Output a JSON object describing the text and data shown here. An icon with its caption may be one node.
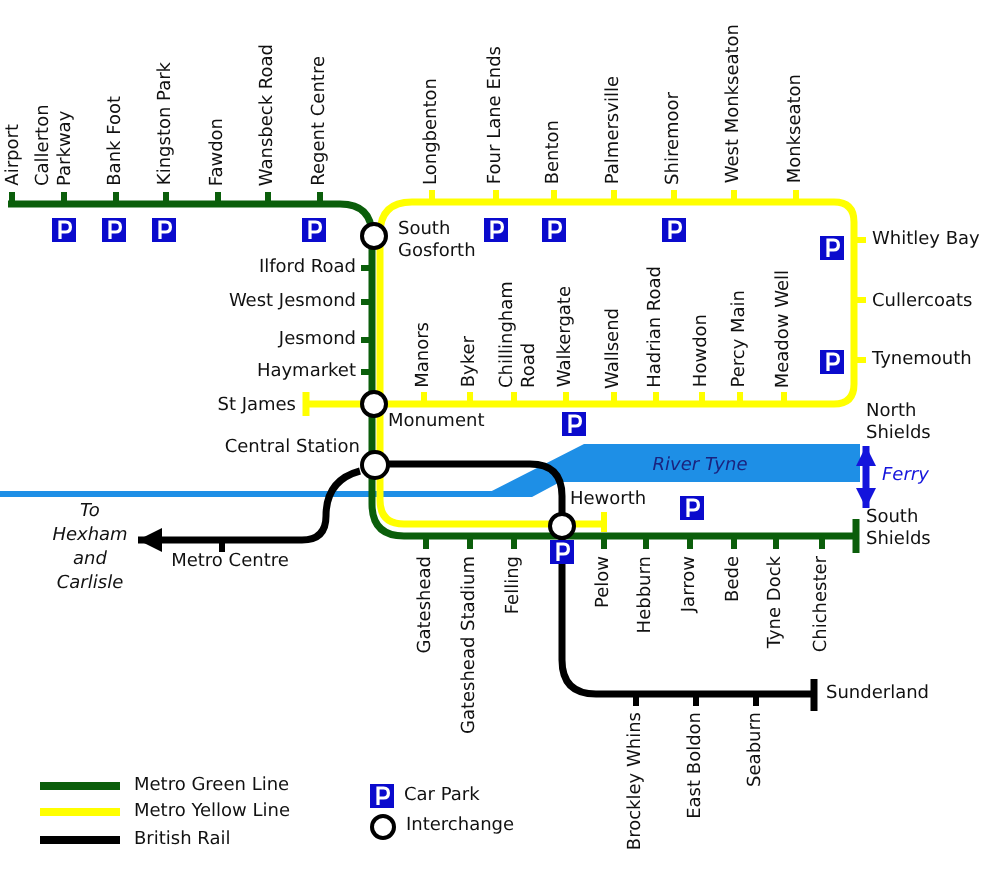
{
  "diagram": {
    "nodes": [
      {
        "text": [
          "North Shields"
        ]
      },
      {
        "text": [
          "Central Station"
        ]
      },
      {
        "text": [
          "To Hexham and Carlisle"
        ]
      },
      {
        "text": [
          "South Shields"
        ]
      }
    ],
    "edges": [
      {
        "from": 0,
        "to": 3,
        "arrow": "both",
        "label": "Ferry",
        "color": "#1414dc"
      },
      {
        "from": 1,
        "to": 2,
        "arrow": "to",
        "color": "#000000"
      }
    ],
    "labels": [
      "Airport",
      "Callerton Parkway",
      "Bank Foot",
      "Kingston Park",
      "Fawdon",
      "Wansbeck Road",
      "Regent Centre",
      "Longbenton",
      "Four Lane Ends",
      "Benton",
      "Palmersville",
      "Shiremoor",
      "West Monkseaton",
      "Monkseaton",
      "South Gosforth",
      "Whitley Bay",
      "Ilford Road",
      "West Jesmond",
      "Cullercoats",
      "Jesmond",
      "Manors",
      "Byker",
      "Chillingham Road",
      "Walkergate",
      "Wallsend",
      "Hadrian Road",
      "Howdon",
      "Percy Main",
      "Meadow Well",
      "Tynemouth",
      "Haymarket",
      "St James",
      "Monument",
      "River Tyne",
      "Heworth",
      "Metro Centre",
      "Gateshead",
      "Gateshead Stadium",
      "Felling",
      "Pelow",
      "Hebburn",
      "Jarrow",
      "Bede",
      "Tyne Dock",
      "Chichester",
      "Sunderland",
      "Brockley Whins",
      "East Boldon",
      "Seaburn"
    ],
    "legend": [
      {
        "text": "Metro Green Line",
        "color": "#0b5e0b"
      },
      {
        "text": "Metro Yellow Line",
        "color": "#ffff00"
      },
      {
        "text": "British Rail",
        "color": "#000000"
      },
      {
        "text": "Car Park"
      },
      {
        "text": "Interchange"
      }
    ]
  }
}
